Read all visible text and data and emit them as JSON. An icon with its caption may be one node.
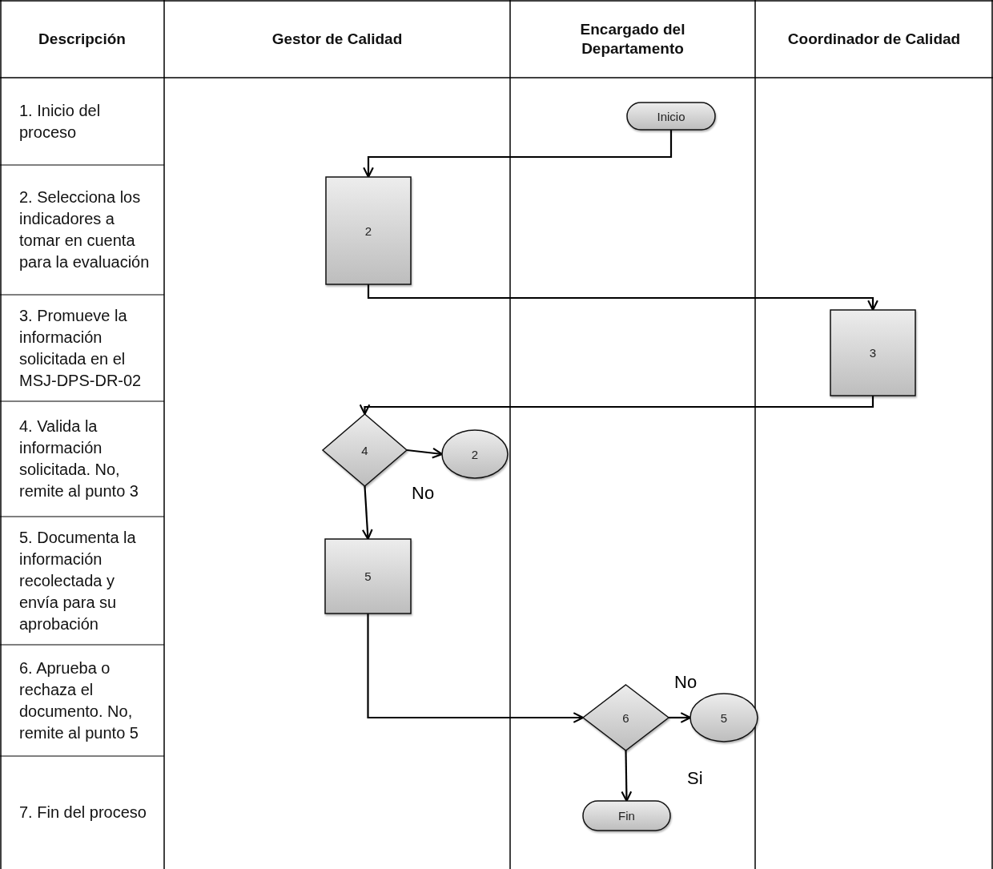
{
  "diagram": {
    "nodes": [
      {
        "text": [
          "Inicio"
        ]
      },
      {
        "text": [
          "2"
        ]
      },
      {
        "text": [
          "3"
        ]
      },
      {
        "text": [
          "4"
        ]
      },
      {
        "text": [
          "2"
        ]
      },
      {
        "text": [
          "5"
        ]
      },
      {
        "text": [
          "6"
        ]
      },
      {
        "text": [
          "5"
        ]
      },
      {
        "text": [
          "Fin"
        ]
      }
    ],
    "edges": [
      {
        "from": 0,
        "to": 1,
        "arrow": "to"
      },
      {
        "from": 1,
        "to": 2,
        "arrow": "to"
      },
      {
        "from": 2,
        "to": 3,
        "arrow": "to"
      },
      {
        "from": 3,
        "to": 4,
        "arrow": "to",
        "label": "No"
      },
      {
        "from": 3,
        "to": 5,
        "arrow": "to"
      },
      {
        "from": 5,
        "to": 6,
        "arrow": "to"
      },
      {
        "from": 6,
        "to": 7,
        "arrow": "to",
        "label": "No"
      },
      {
        "from": 6,
        "to": 8,
        "arrow": "to",
        "label": "Si"
      }
    ],
    "labels": [
      "Descripción",
      "Gestor de Calidad",
      "Encargado del Departamento",
      "Coordinador de Calidad",
      "1. Inicio del proceso",
      "2. Selecciona los indicadores a tomar en cuenta para la evaluación",
      "3. Promueve la información solicitada en el MSJ-DPS-DR-02",
      "4. Valida la información solicitada. No, remite al punto 3",
      "5. Documenta la información recolectada y envía para su aprobación",
      "6. Aprueba o rechaza el documento. No, remite al punto 5",
      "7. Fin del proceso"
    ]
  }
}
